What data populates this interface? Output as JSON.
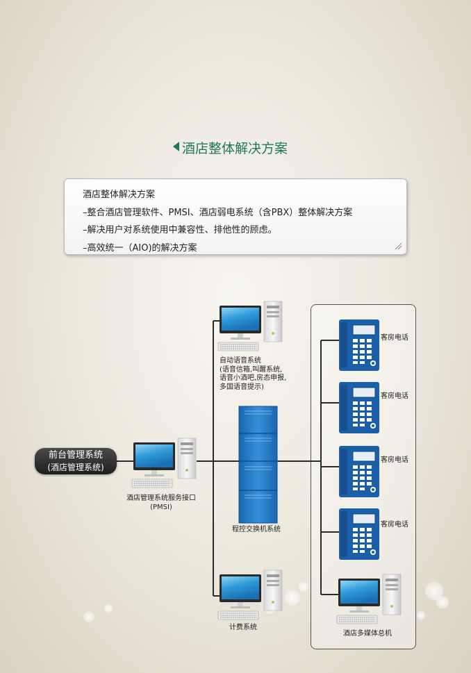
{
  "page": {
    "title": "酒店整体解决方案"
  },
  "description": {
    "lines": [
      "酒店整体解决方案",
      "–整合酒店管理软件、PMSI、酒店弱电系统（含PBX）整体解决方案",
      "–解决用户对系统使用中兼容性、排他性的顾虑。",
      "–高效统一（AIO)的解决方案"
    ]
  },
  "diagram": {
    "front_desk": {
      "line1": "前台管理系统",
      "line2": "(酒店管理系统)"
    },
    "voice_system": {
      "lines": [
        "自动语音系统",
        "(语音信箱,叫醒系统,",
        "语音小酒吧,房态申报,",
        "多国语音提示)"
      ]
    },
    "pmsi": {
      "line1": "酒店管理系统服务接口",
      "line2": "(PMSI)"
    },
    "pbx": {
      "label": "程控交换机系统"
    },
    "billing": {
      "label": "计费系统"
    },
    "phones": [
      {
        "label": "客房电话"
      },
      {
        "label": "客房电话"
      },
      {
        "label": "客房电话"
      },
      {
        "label": "客房电话"
      }
    ],
    "multimedia": {
      "label": "酒店多媒体总机"
    }
  },
  "colors": {
    "title_green": "#1f7a53",
    "phone_blue": "#1b5fa8",
    "monitor_blue": "#2f9ad8",
    "line": "#2b2b2b"
  }
}
